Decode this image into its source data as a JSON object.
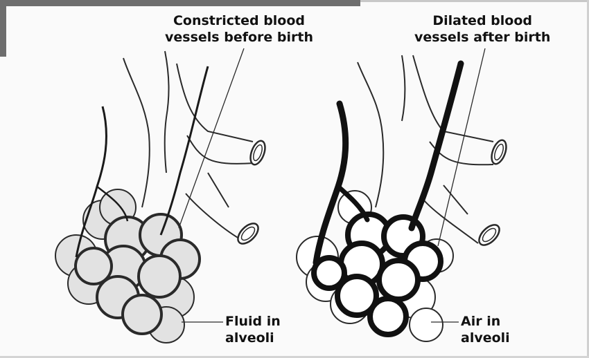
{
  "labels": {
    "constricted_line1": "Constricted blood",
    "constricted_line2": "vessels before birth",
    "dilated_line1": "Dilated blood",
    "dilated_line2": "vessels after birth",
    "fluid_line1": "Fluid in",
    "fluid_line2": "alveoli",
    "air_line1": "Air in",
    "air_line2": "alveoli"
  },
  "colors": {
    "alveoli_fluid_fill": "#e2e2e2",
    "alveoli_air_fill": "#ffffff",
    "vessel": "#1a1a1a",
    "outline": "#2a2a2a"
  }
}
